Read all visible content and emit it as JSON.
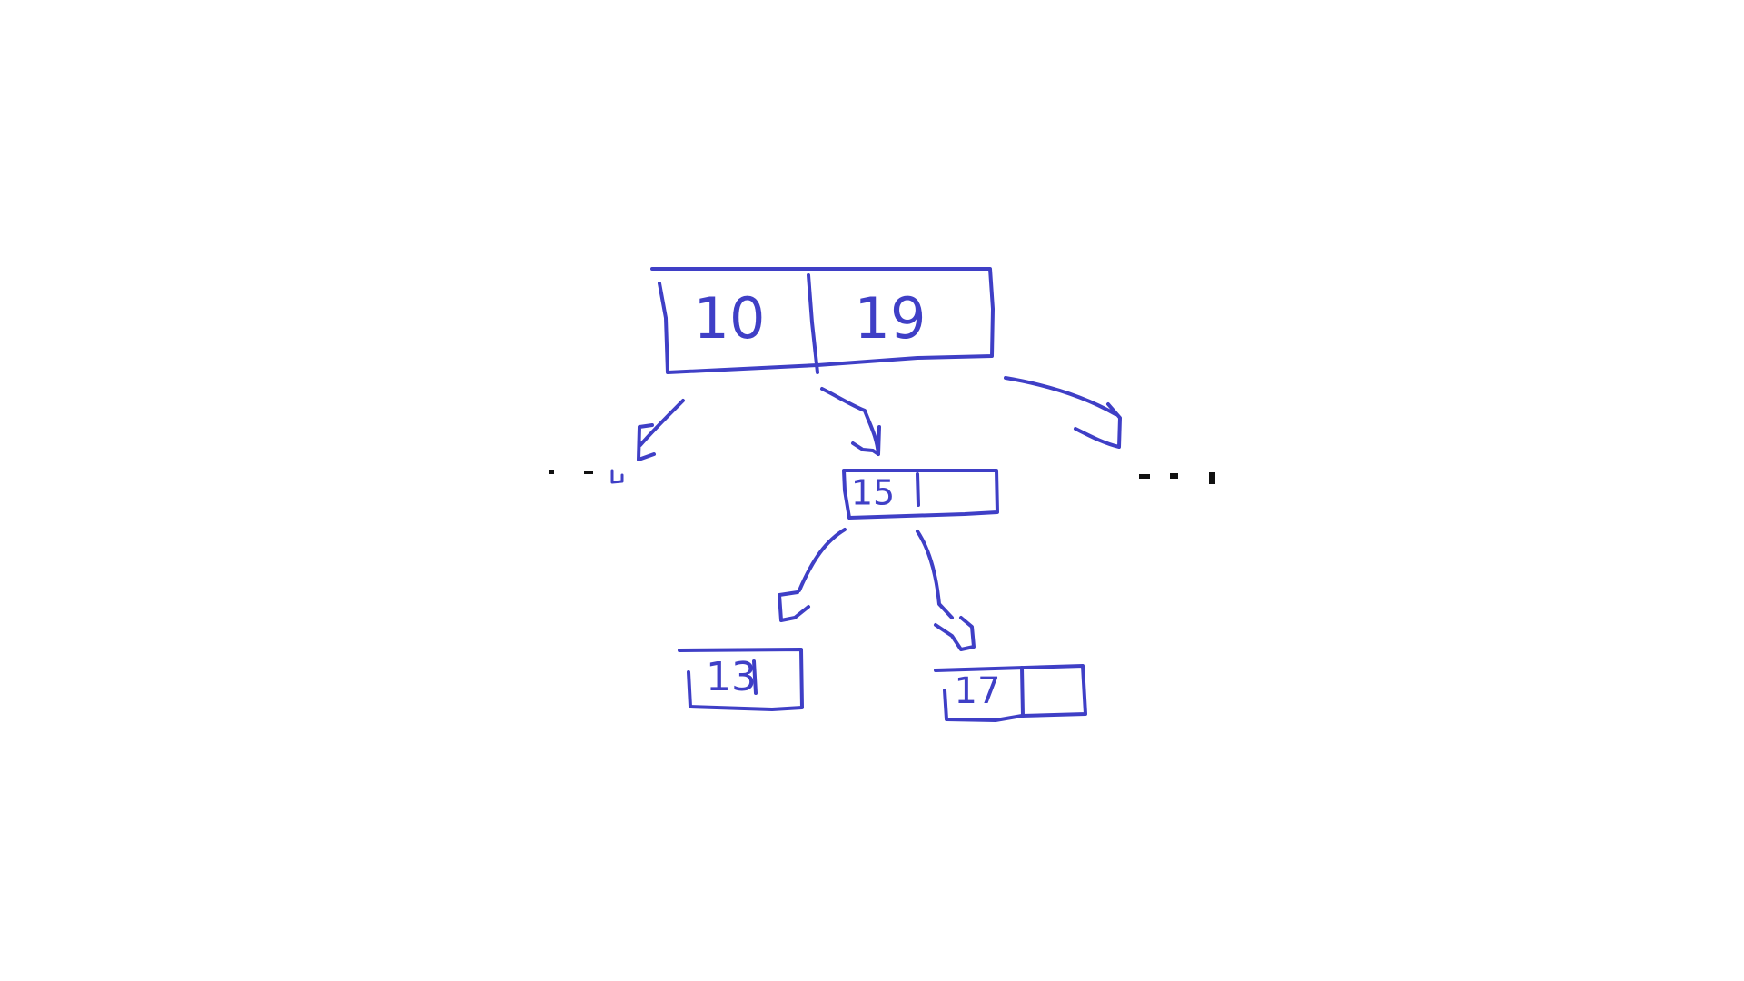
{
  "colors": {
    "ink": "#3F3FC6",
    "dots": "#111111",
    "background": "#FFFFFF"
  },
  "tree": {
    "root": {
      "keys": [
        "10",
        "19"
      ]
    },
    "middle": {
      "keys": [
        "15",
        ""
      ]
    },
    "left_leaf": {
      "keys": [
        "13"
      ]
    },
    "right_leaf": {
      "keys": [
        "17",
        ""
      ]
    },
    "left_ellipsis": "...",
    "right_ellipsis": "..."
  }
}
